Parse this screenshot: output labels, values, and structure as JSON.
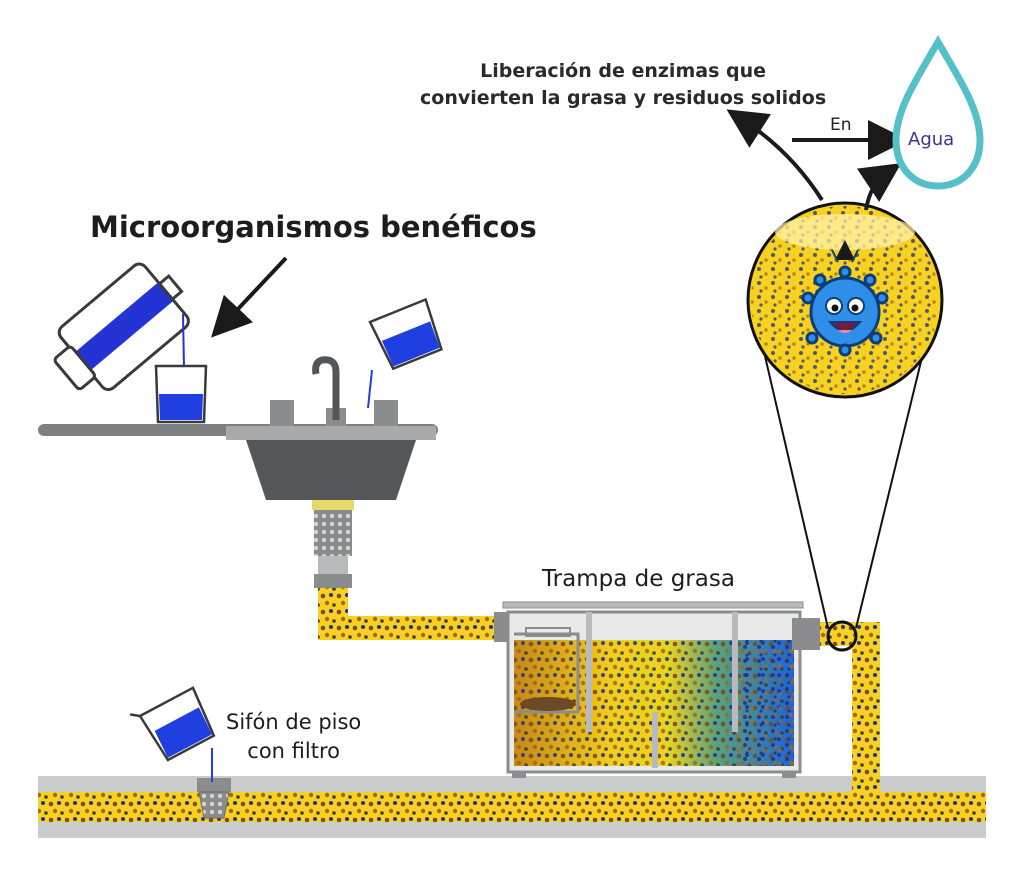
{
  "labels": {
    "microorganisms": "Microorganismos benéficos",
    "enzymes_line1": "Liberación de enzimas que",
    "enzymes_line2": "convierten la grasa y residuos solidos",
    "en": "En",
    "water": "Agua",
    "grease_trap": "Trampa de grasa",
    "floor_drain_line1": "Sifón de piso",
    "floor_drain_line2": "con filtro"
  },
  "colors": {
    "yellow": "#f7d21e",
    "blue_liquid": "#1f3fe0",
    "water_blue": "#1a7fd4",
    "gray_dark": "#5a5c5e",
    "gray_light": "#c9cbcd",
    "drop_outline": "#55c0c8",
    "microbe": "#2f8fe8"
  }
}
